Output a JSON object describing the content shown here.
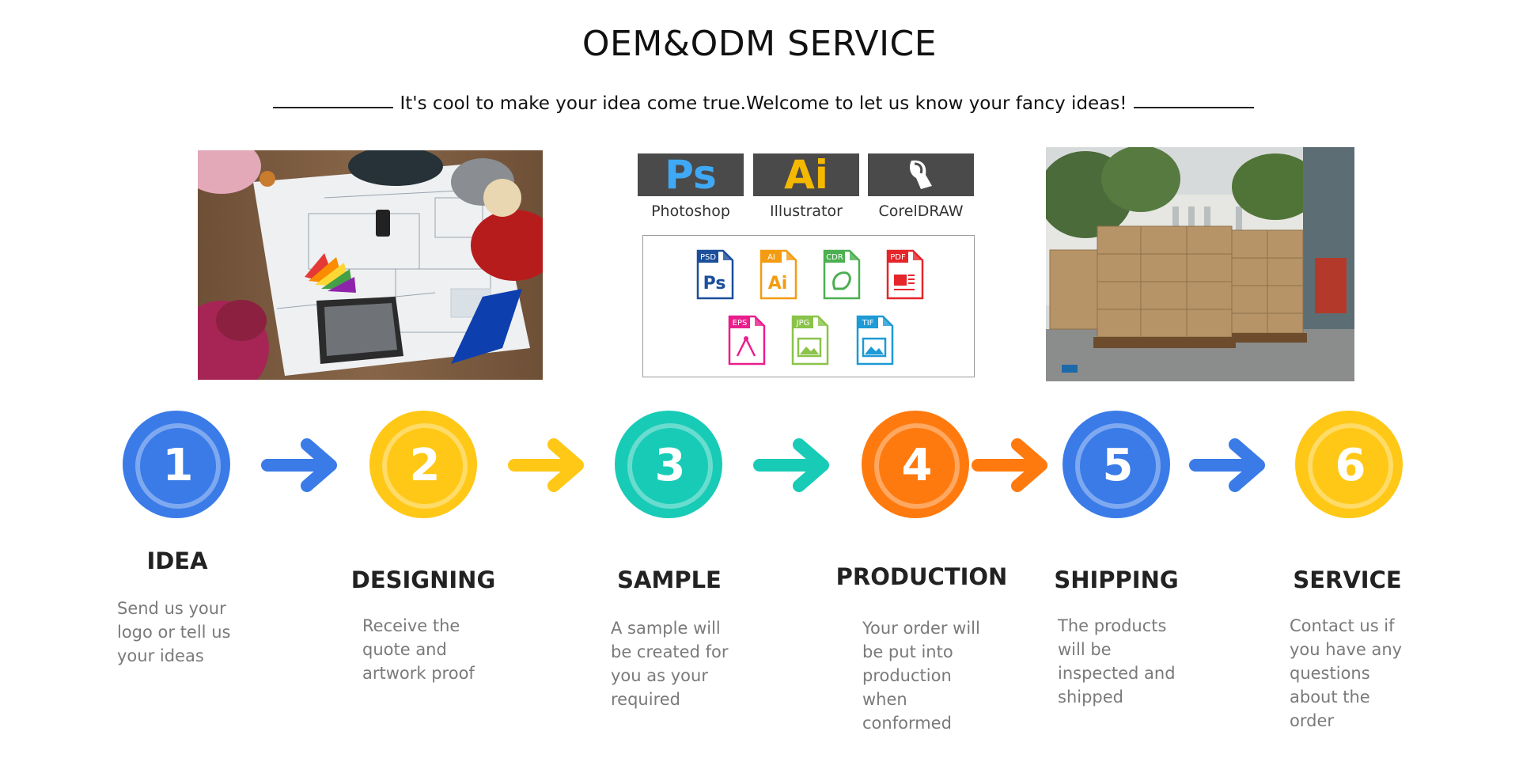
{
  "header": {
    "title": "OEM&ODM SERVICE",
    "subtitle": "It's cool to make your idea come true.Welcome to let us know your fancy ideas!"
  },
  "software": [
    {
      "label": "Photoshop",
      "abbr": "Ps",
      "color": "#3fa9f5"
    },
    {
      "label": "Illustrator",
      "abbr": "Ai",
      "color": "#f5b800"
    },
    {
      "label": "CorelDRAW",
      "abbr": "",
      "color": "#ffffff"
    }
  ],
  "formats": [
    {
      "tag": "PSD",
      "glyph": "Ps",
      "color": "#1b4f9c"
    },
    {
      "tag": "AI",
      "glyph": "Ai",
      "color": "#f39c12"
    },
    {
      "tag": "CDR",
      "glyph": "",
      "color": "#4caf50"
    },
    {
      "tag": "PDF",
      "glyph": "",
      "color": "#e5252a"
    },
    {
      "tag": "EPS",
      "glyph": "",
      "color": "#e91e8c"
    },
    {
      "tag": "JPG",
      "glyph": "",
      "color": "#8bc34a"
    },
    {
      "tag": "TIF",
      "glyph": "",
      "color": "#1e9ad6"
    }
  ],
  "steps": [
    {
      "number": "1",
      "title": "IDEA",
      "desc": "Send us your\nlogo or tell us\nyour ideas",
      "color": "#3a7be8"
    },
    {
      "number": "2",
      "title": "DESIGNING",
      "desc": "Receive the\nquote and\nartwork proof",
      "color": "#ffc816"
    },
    {
      "number": "3",
      "title": "SAMPLE",
      "desc": "A sample will\nbe created for\nyou as your\nrequired",
      "color": "#18cbb6"
    },
    {
      "number": "4",
      "title": "PRODUCTION",
      "desc": "Your order will\nbe put into\nproduction\nwhen\nconformed",
      "color": "#ff7a0e"
    },
    {
      "number": "5",
      "title": "SHIPPING",
      "desc": "The products\nwill be\ninspected and\nshipped",
      "color": "#3a7be8"
    },
    {
      "number": "6",
      "title": "SERVICE",
      "desc": "Contact us if\nyou have any\nquestions\nabout the\norder",
      "color": "#ffc816"
    }
  ],
  "arrow_colors": [
    "#3a7be8",
    "#ffc816",
    "#18cbb6",
    "#ff7a0e",
    "#3a7be8"
  ]
}
